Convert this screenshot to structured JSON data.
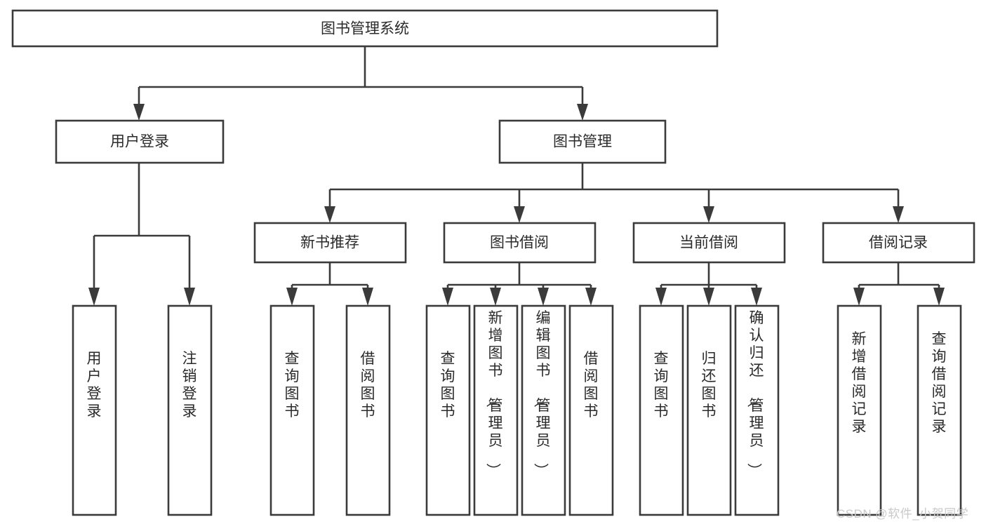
{
  "diagram": {
    "type": "hierarchy-tree",
    "title_node": {
      "id": "root",
      "label": "图书管理系统"
    },
    "level1": [
      {
        "id": "user-login",
        "label": "用户登录"
      },
      {
        "id": "book-manage",
        "label": "图书管理"
      }
    ],
    "level2": [
      {
        "id": "new-book-rec",
        "label": "新书推荐",
        "parent": "book-manage"
      },
      {
        "id": "book-borrow",
        "label": "图书借阅",
        "parent": "book-manage"
      },
      {
        "id": "current-borrow",
        "label": "当前借阅",
        "parent": "book-manage"
      },
      {
        "id": "borrow-record",
        "label": "借阅记录",
        "parent": "book-manage"
      }
    ],
    "leaves": [
      {
        "id": "leaf-user-login",
        "label": "用户登录",
        "parent": "user-login"
      },
      {
        "id": "leaf-logout",
        "label": "注销登录",
        "parent": "user-login"
      },
      {
        "id": "leaf-query-book-1",
        "label": "查询图书",
        "parent": "new-book-rec"
      },
      {
        "id": "leaf-borrow-book-1",
        "label": "借阅图书",
        "parent": "new-book-rec"
      },
      {
        "id": "leaf-query-book-2",
        "label": "查询图书",
        "parent": "book-borrow"
      },
      {
        "id": "leaf-add-book",
        "label": "新增图书（管理员）",
        "parent": "book-borrow"
      },
      {
        "id": "leaf-edit-book",
        "label": "编辑图书（管理员）",
        "parent": "book-borrow"
      },
      {
        "id": "leaf-borrow-book-2",
        "label": "借阅图书",
        "parent": "book-borrow"
      },
      {
        "id": "leaf-query-book-3",
        "label": "查询图书",
        "parent": "current-borrow"
      },
      {
        "id": "leaf-return-book",
        "label": "归还图书",
        "parent": "current-borrow"
      },
      {
        "id": "leaf-confirm-return",
        "label": "确认归还（管理员）",
        "parent": "current-borrow"
      },
      {
        "id": "leaf-add-record",
        "label": "新增借阅记录",
        "parent": "borrow-record"
      },
      {
        "id": "leaf-query-record",
        "label": "查询借阅记录",
        "parent": "borrow-record"
      }
    ],
    "colors": {
      "stroke": "#3b3b3b",
      "fill": "#ffffff",
      "text": "#2a2a2a",
      "watermark": "#c9c9c9"
    }
  },
  "watermark": {
    "label": "CSDN @软件_小贺同学"
  }
}
